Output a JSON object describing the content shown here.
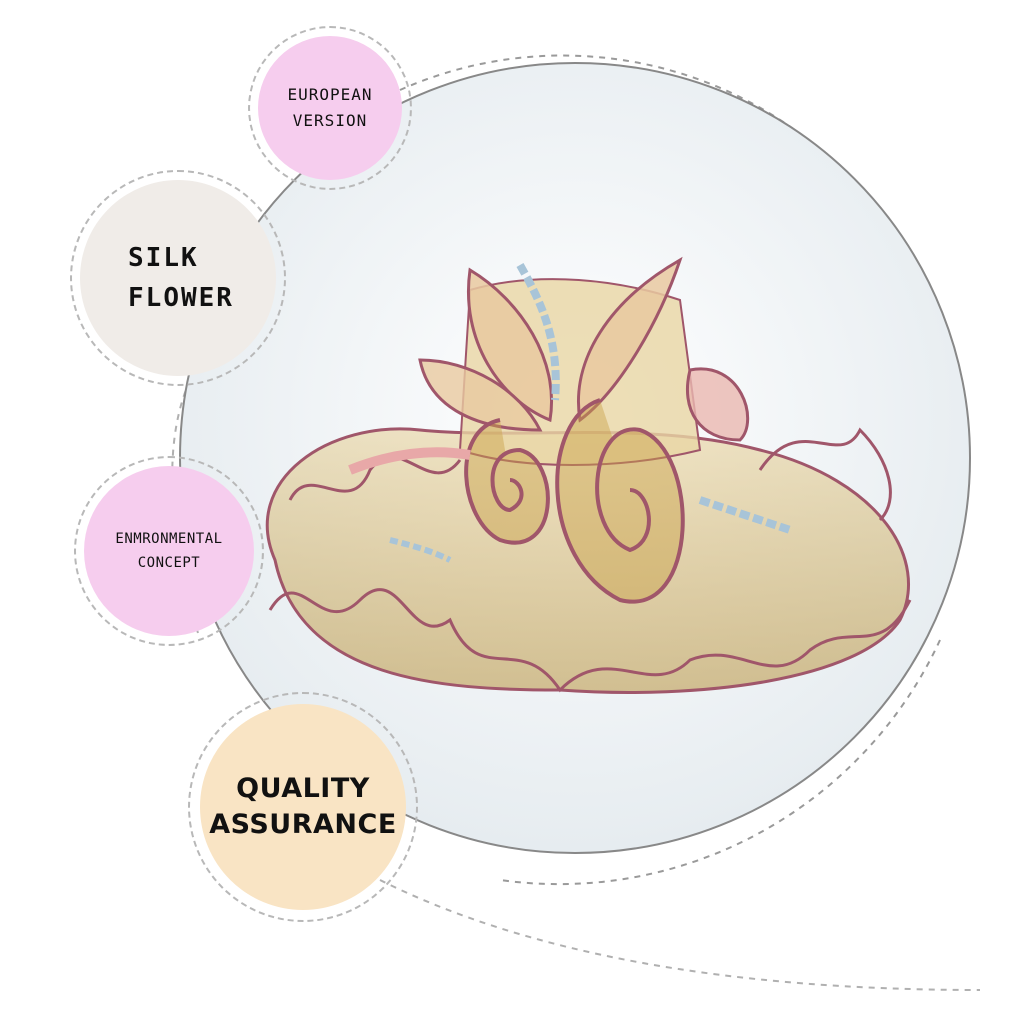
{
  "badges": {
    "european": {
      "line1": "EUROPEAN",
      "line2": "VERSION"
    },
    "silk": {
      "line1": "SILK",
      "line2": "FLOWER"
    },
    "environmental": {
      "line1": "ENMRONMENTAL",
      "line2": "CONCEPT"
    },
    "quality": {
      "line1": "QUALITY",
      "line2": "ASSURANCE"
    }
  },
  "product": {
    "image_icon": "organza-floral-hat-icon"
  },
  "colors": {
    "pink_badge": "#f6cdee",
    "beige_badge": "#f0ece8",
    "peach_badge": "#f9e4c4",
    "hat_gold": "#c9a24a",
    "hat_trim": "#a0566a",
    "hat_blue": "#a8c4d8"
  }
}
